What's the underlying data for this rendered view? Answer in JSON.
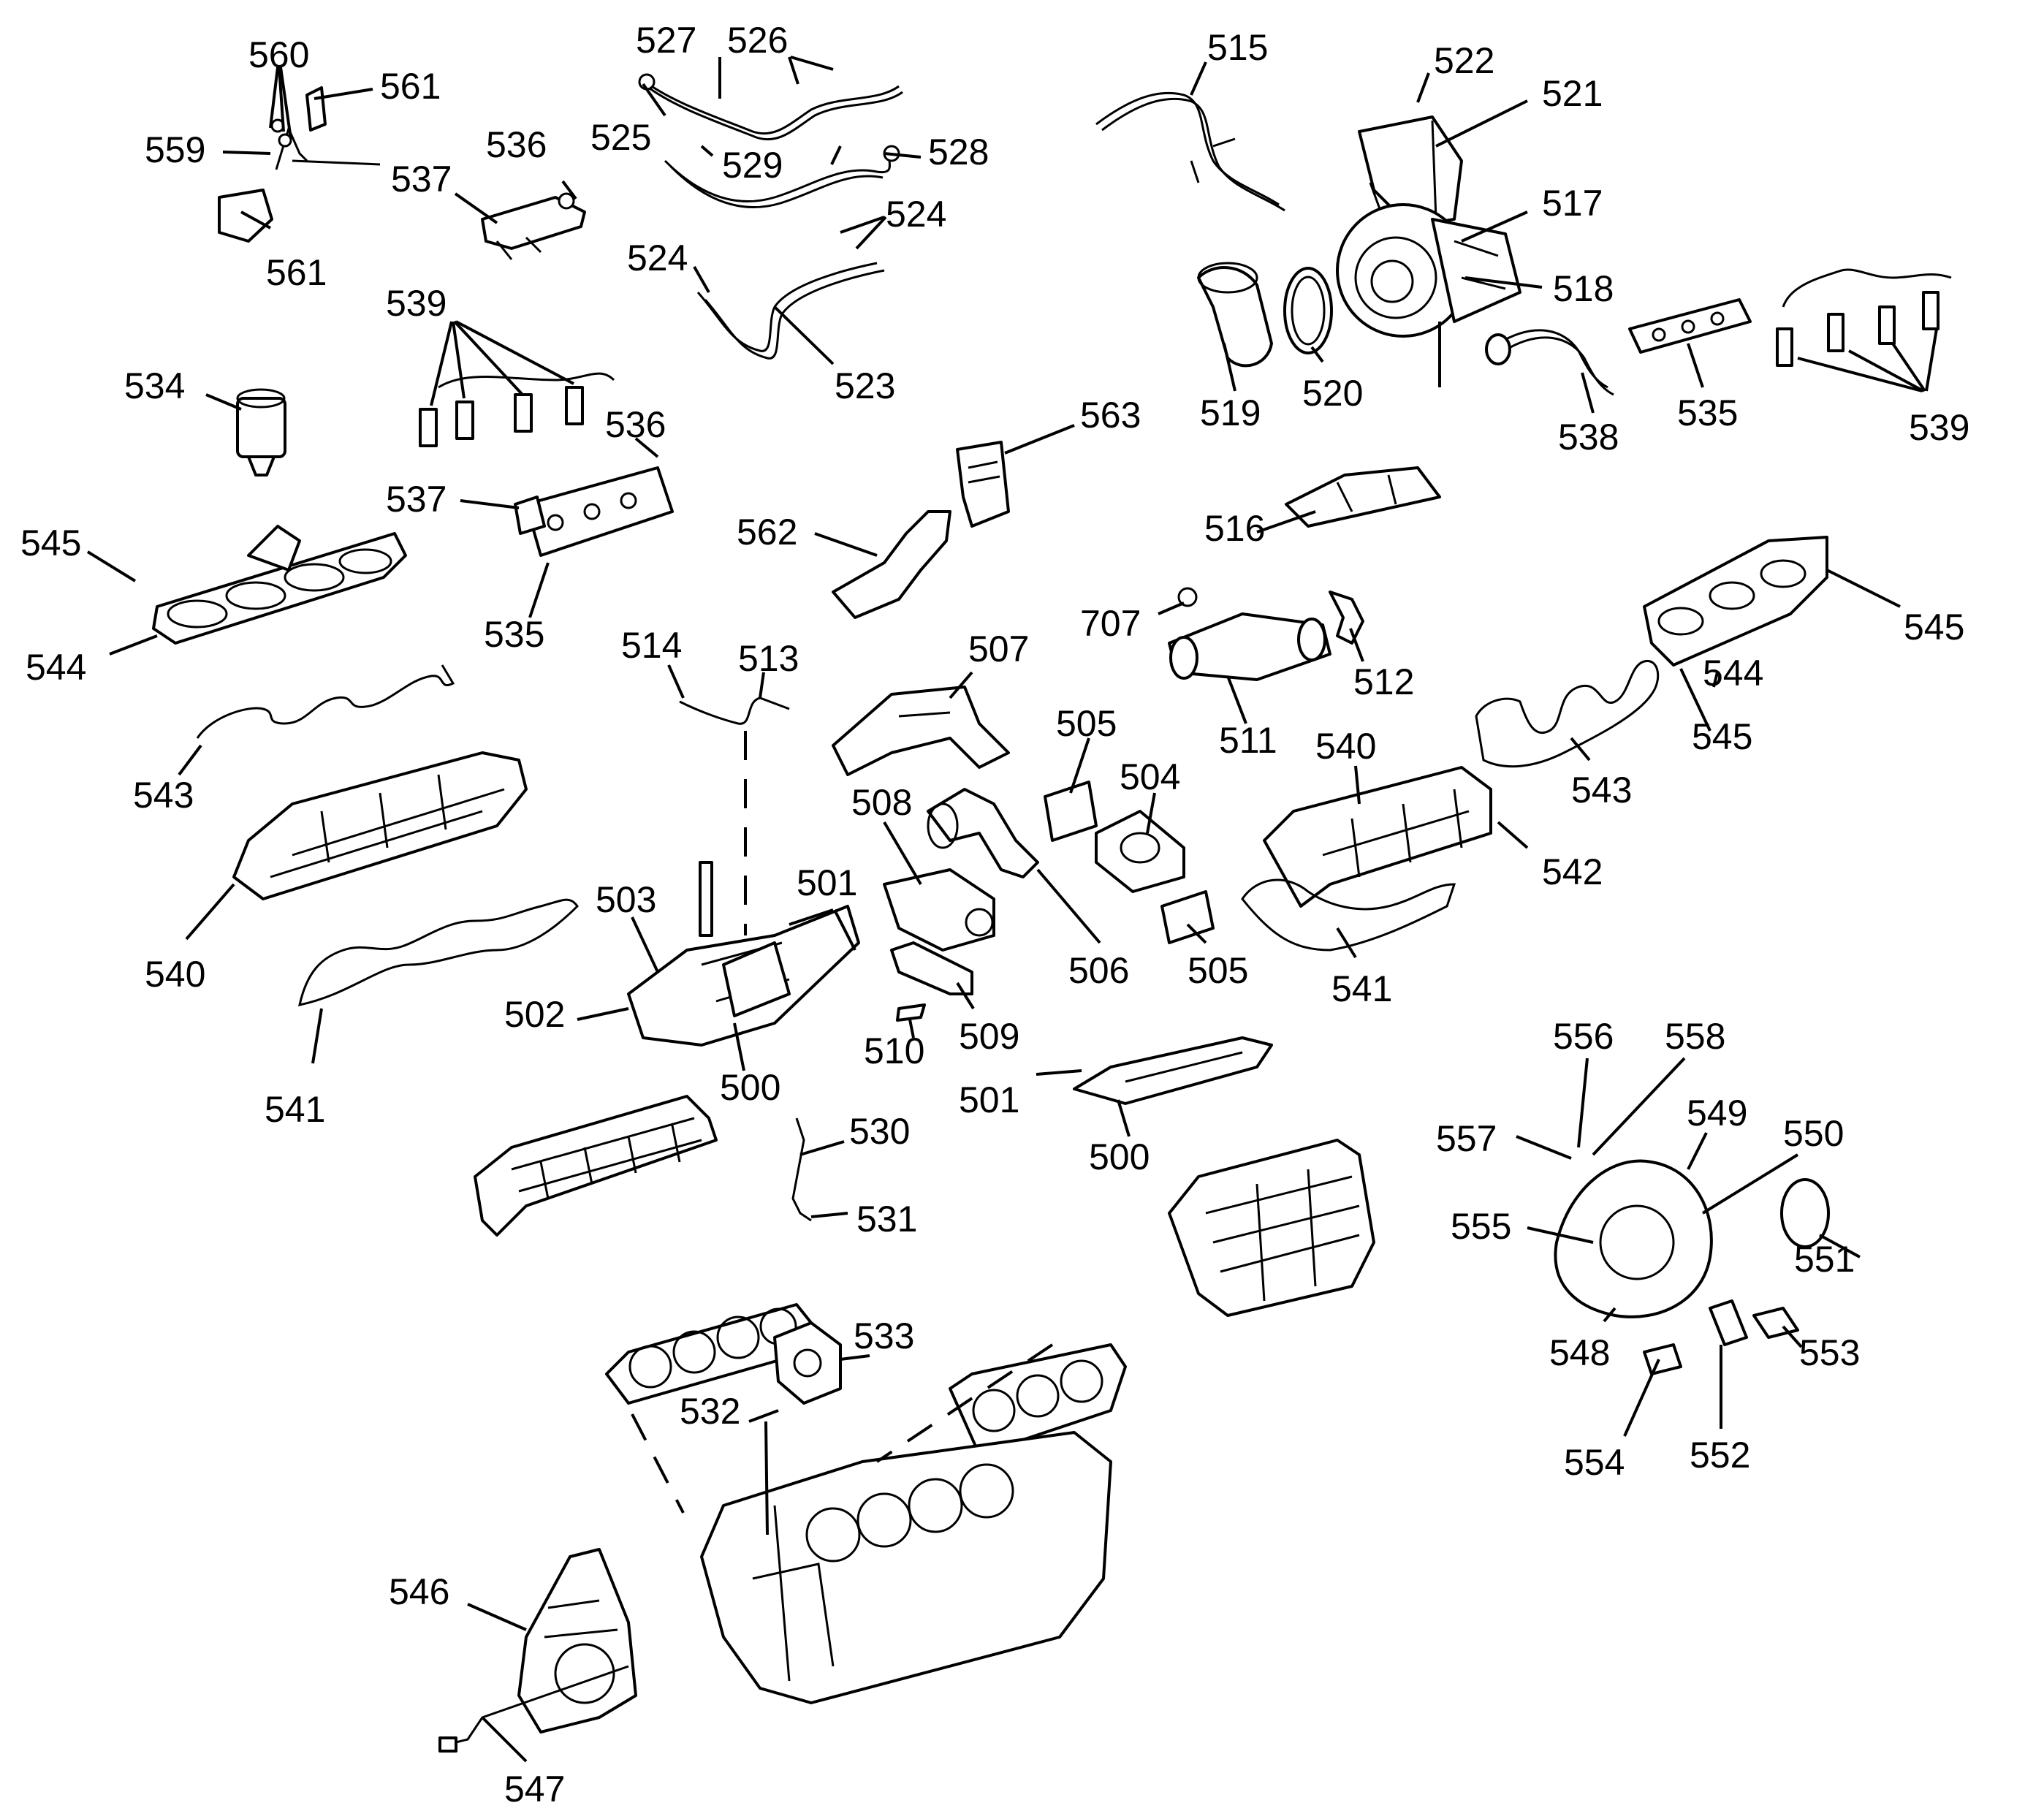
{
  "callouts": {
    "c500a": "500",
    "c500b": "500",
    "c501a": "501",
    "c501b": "501",
    "c502": "502",
    "c503": "503",
    "c504": "504",
    "c505a": "505",
    "c505b": "505",
    "c506": "506",
    "c507": "507",
    "c508": "508",
    "c509": "509",
    "c510": "510",
    "c511": "511",
    "c512": "512",
    "c513": "513",
    "c514": "514",
    "c515": "515",
    "c516": "516",
    "c517": "517",
    "c518": "518",
    "c519": "519",
    "c520": "520",
    "c521": "521",
    "c522": "522",
    "c523": "523",
    "c524a": "524",
    "c524b": "524",
    "c525": "525",
    "c526": "526",
    "c527": "527",
    "c528": "528",
    "c529": "529",
    "c530": "530",
    "c531": "531",
    "c532": "532",
    "c533": "533",
    "c534": "534",
    "c535a": "535",
    "c535b": "535",
    "c536a": "536",
    "c536b": "536",
    "c537a": "537",
    "c537b": "537",
    "c538": "538",
    "c539a": "539",
    "c539b": "539",
    "c540a": "540",
    "c540b": "540",
    "c541a": "541",
    "c541b": "541",
    "c542": "542",
    "c543a": "543",
    "c543b": "543",
    "c544a": "544",
    "c544b": "544",
    "c545a": "545",
    "c545b": "545",
    "c545c": "545",
    "c546": "546",
    "c547": "547",
    "c548": "548",
    "c549": "549",
    "c550": "550",
    "c551": "551",
    "c552": "552",
    "c553": "553",
    "c554": "554",
    "c555": "555",
    "c556": "556",
    "c557": "557",
    "c558": "558",
    "c559": "559",
    "c560": "560",
    "c561a": "561",
    "c561b": "561",
    "c562": "562",
    "c563": "563",
    "c707": "707"
  }
}
